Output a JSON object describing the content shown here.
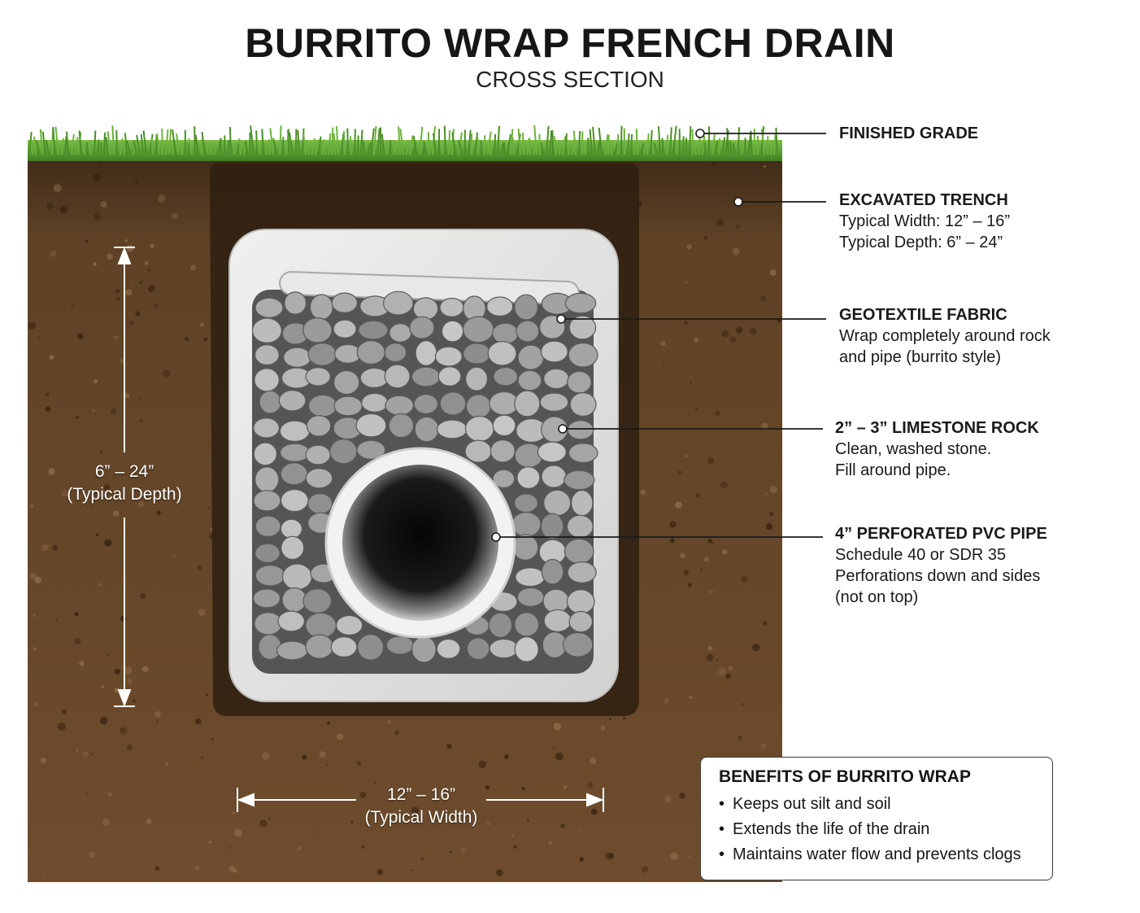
{
  "title": "BURRITO WRAP FRENCH DRAIN",
  "subtitle": "CROSS SECTION",
  "callouts": {
    "finished_grade": {
      "heading": "FINISHED GRADE"
    },
    "excavated_trench": {
      "heading": "EXCAVATED TRENCH",
      "line1": "Typical Width: 12” – 16”",
      "line2": "Typical Depth: 6” – 24”"
    },
    "geotextile": {
      "heading": "GEOTEXTILE FABRIC",
      "line1": "Wrap completely around rock",
      "line2": "and pipe (burrito style)"
    },
    "rock": {
      "heading": "2” – 3” LIMESTONE ROCK",
      "line1": "Clean, washed stone.",
      "line2": "Fill around pipe."
    },
    "pipe": {
      "heading": "4” PERFORATED PVC PIPE",
      "line1": "Schedule 40 or SDR 35",
      "line2": "Perforations down and sides",
      "line3": "(not on top)"
    }
  },
  "dimensions": {
    "depth": {
      "value": "6” – 24”",
      "label": "(Typical Depth)"
    },
    "width": {
      "value": "12” – 16”",
      "label": "(Typical Width)"
    }
  },
  "benefits": {
    "heading": "BENEFITS OF BURRITO WRAP",
    "items": [
      "Keeps out silt and soil",
      "Extends the life of the drain",
      "Maintains water flow and prevents clogs"
    ]
  },
  "colors": {
    "soil": "#6b4a2b",
    "soil_dark": "#3e2814",
    "grass": "#5da238",
    "fabric": "#e4e4e2",
    "rock": "#9a9a98",
    "pipe": "#f4f4f4"
  }
}
